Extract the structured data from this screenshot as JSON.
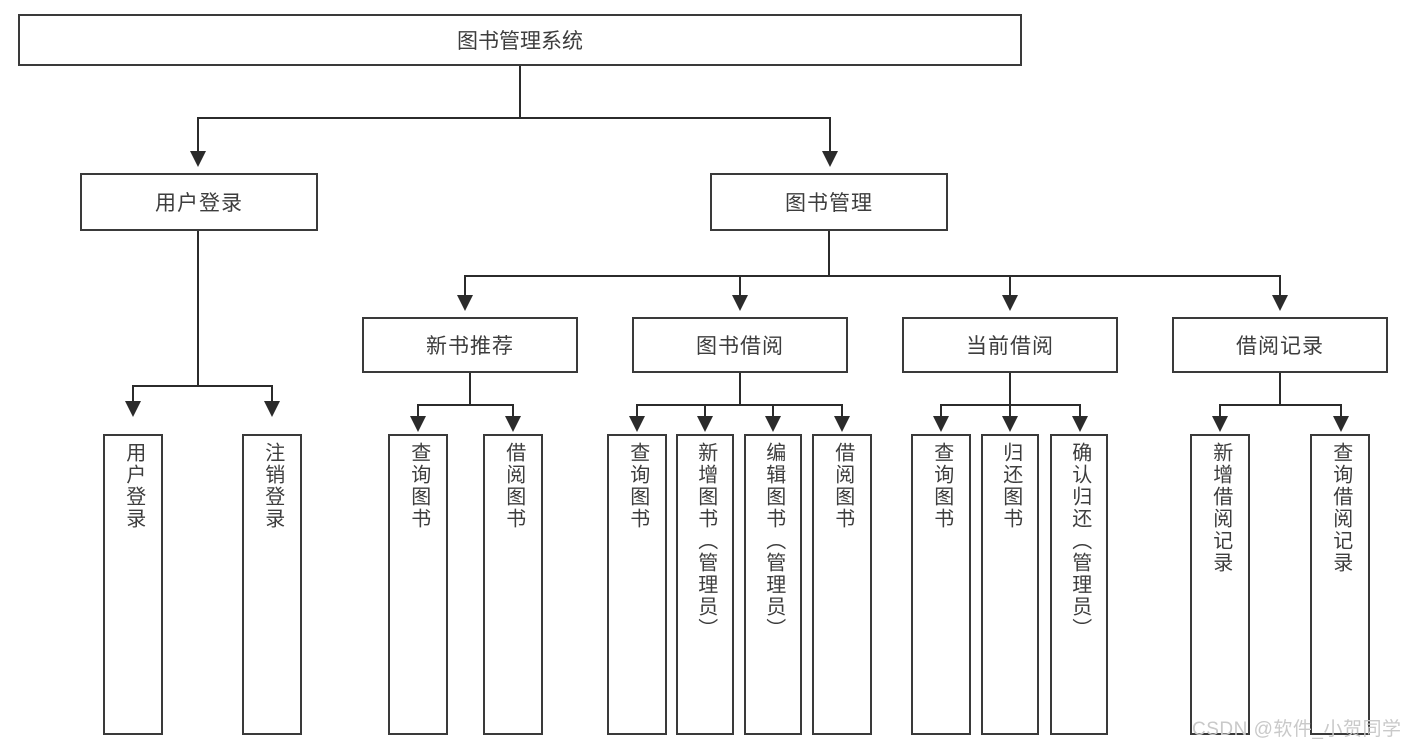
{
  "diagram": {
    "title": "图书管理系统",
    "type": "tree",
    "root": {
      "label": "图书管理系统"
    },
    "level2": [
      {
        "label": "用户登录"
      },
      {
        "label": "图书管理"
      }
    ],
    "level3": [
      {
        "label": "新书推荐"
      },
      {
        "label": "图书借阅"
      },
      {
        "label": "当前借阅"
      },
      {
        "label": "借阅记录"
      }
    ],
    "leaves": {
      "user_login": [
        {
          "label": "用户登录"
        },
        {
          "label": "注销登录"
        }
      ],
      "new_book": [
        {
          "label": "查询图书"
        },
        {
          "label": "借阅图书"
        }
      ],
      "book_borrow": [
        {
          "label": "查询图书"
        },
        {
          "label": "新增图书（管理员）"
        },
        {
          "label": "编辑图书（管理员）"
        },
        {
          "label": "借阅图书"
        }
      ],
      "current_borrow": [
        {
          "label": "查询图书"
        },
        {
          "label": "归还图书"
        },
        {
          "label": "确认归还（管理员）"
        }
      ],
      "borrow_record": [
        {
          "label": "新增借阅记录"
        },
        {
          "label": "查询借阅记录"
        }
      ]
    }
  },
  "watermark": {
    "text": "CSDN @软件_小贺同学"
  },
  "colors": {
    "background": "#ffffff",
    "box_border": "#3a3a3a",
    "connector": "#2b2b2b",
    "text": "#3d3d3d",
    "watermark": "#c9c9c9"
  }
}
